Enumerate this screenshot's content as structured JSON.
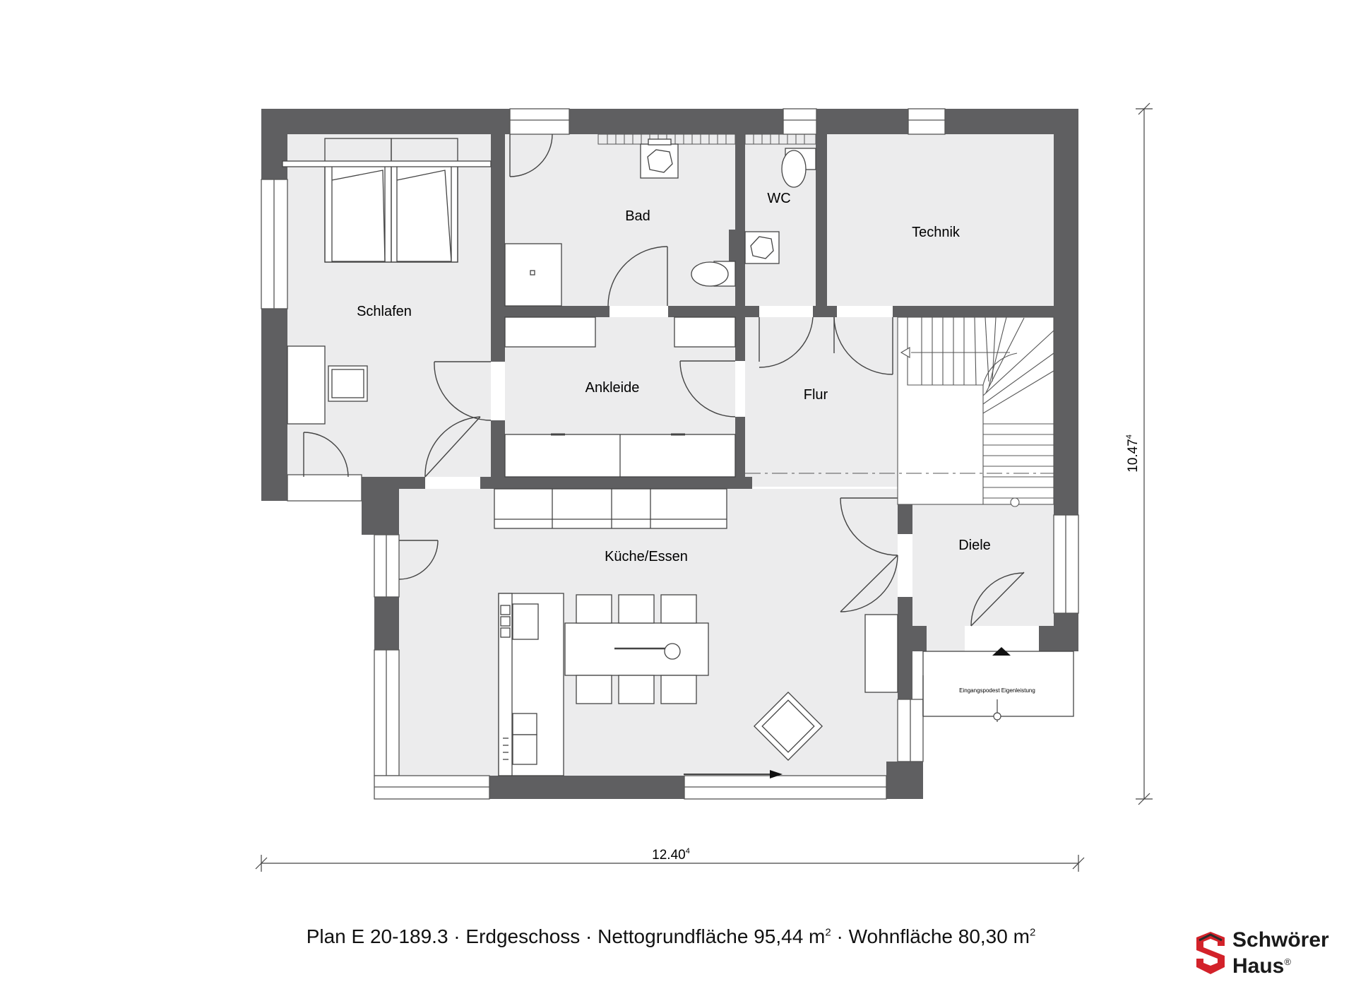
{
  "rooms": {
    "schlafen": "Schlafen",
    "bad": "Bad",
    "wc": "WC",
    "technik": "Technik",
    "ankleide": "Ankleide",
    "flur": "Flur",
    "kueche_essen": "Küche/Essen",
    "diele": "Diele"
  },
  "annotations": {
    "eingangspodest": "Eingangspodest Eigenleistung"
  },
  "dimensions": {
    "width_value": "12.40",
    "width_sup": "4",
    "height_value": "10.47",
    "height_sup": "4"
  },
  "caption": {
    "plan": "Plan E 20-189.3",
    "sep1": " · ",
    "floor": "Erdgeschoss",
    "sep2": " · ",
    "net_area_label": "Nettogrundfläche 95,44 m",
    "net_area_sup": "2",
    "sep3": " · ",
    "living_area_label": "Wohnfläche 80,30 m",
    "living_area_sup": "2"
  },
  "logo": {
    "line1": "Schwörer",
    "line2": "Haus",
    "registered": "®"
  },
  "colors": {
    "wall": "#5f5f61",
    "floor": "#ececed",
    "line": "#444444",
    "logo_red": "#d3222a"
  }
}
